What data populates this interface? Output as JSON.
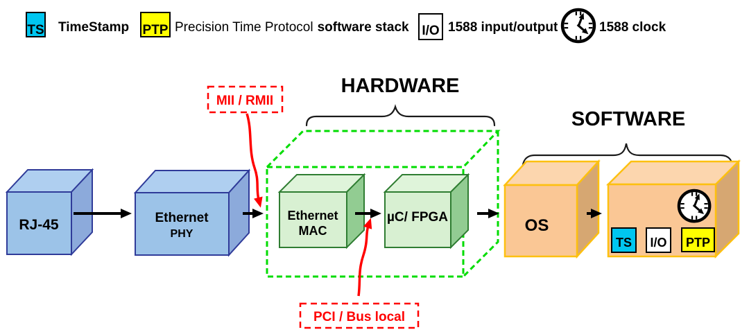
{
  "legend": {
    "ts_abbr": "TS",
    "ts_label": "TimeStamp",
    "ptp_abbr": "PTP",
    "ptp_label_regular": "Precision Time Protocol",
    "ptp_label_bold": "software stack",
    "io_abbr": "I/O",
    "io_label": "1588 input/output",
    "clock_icon": "clock-icon",
    "clock_label": "1588 clock"
  },
  "sections": {
    "hardware_title": "HARDWARE",
    "software_title": "SOFTWARE"
  },
  "nodes": {
    "rj45": "RJ-45",
    "phy_line1": "Ethernet",
    "phy_line2": "PHY",
    "mac_line1": "Ethernet",
    "mac_line2": "MAC",
    "fpga": "µC/ FPGA",
    "os": "OS",
    "stack_ts": "TS",
    "stack_io": "I/O",
    "stack_ptp": "PTP"
  },
  "callouts": {
    "mii": "MII / RMII",
    "pci": "PCI / Bus local"
  },
  "colors": {
    "cyan": "#00C6F0",
    "yellow": "#FFFF00",
    "white": "#FFFFFF",
    "red": "#FF0000",
    "green_dash": "#00DC00",
    "blue_front": "#9CC3E8",
    "blue_top": "#AFCFF0",
    "blue_side": "#8CAADB",
    "blue_stroke": "#2F3B99",
    "green_front": "#D8F0D2",
    "green_top": "#DFF4DA",
    "green_side": "#92CC92",
    "green_stroke": "#2F7D32",
    "orange_front": "#FAC795",
    "orange_top": "#FCD6AE",
    "orange_side": "#D6A772",
    "orange_stroke": "#FDC010",
    "black": "#000000"
  }
}
